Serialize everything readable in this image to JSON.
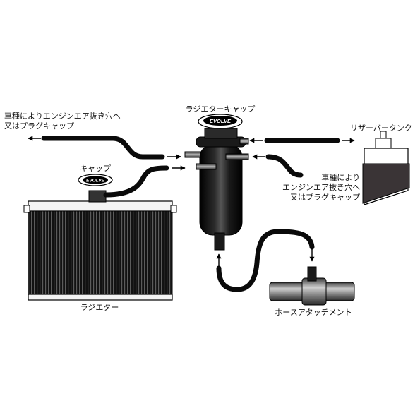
{
  "labels": {
    "left_vent": [
      "車種によりエンジンエア抜き穴へ",
      "又はプラグキャップ"
    ],
    "radiator_cap_top": "ラジエターキャップ",
    "reserve_tank": "リザーバータンク",
    "small_cap": "キャップ",
    "right_vent": [
      "車種により",
      "エンジンエア抜き穴へ",
      "又はプラグキャップ"
    ],
    "radiator": "ラジエター",
    "hose_attachment": "ホースアタッチメント"
  },
  "logos": {
    "cap_brand": "EVOLVE"
  },
  "colors": {
    "hose": "#0a0a0a",
    "radiator_fin": "#1a1a1a",
    "tank_fluid": "#3a3436",
    "metal": "#8d8d8d"
  }
}
